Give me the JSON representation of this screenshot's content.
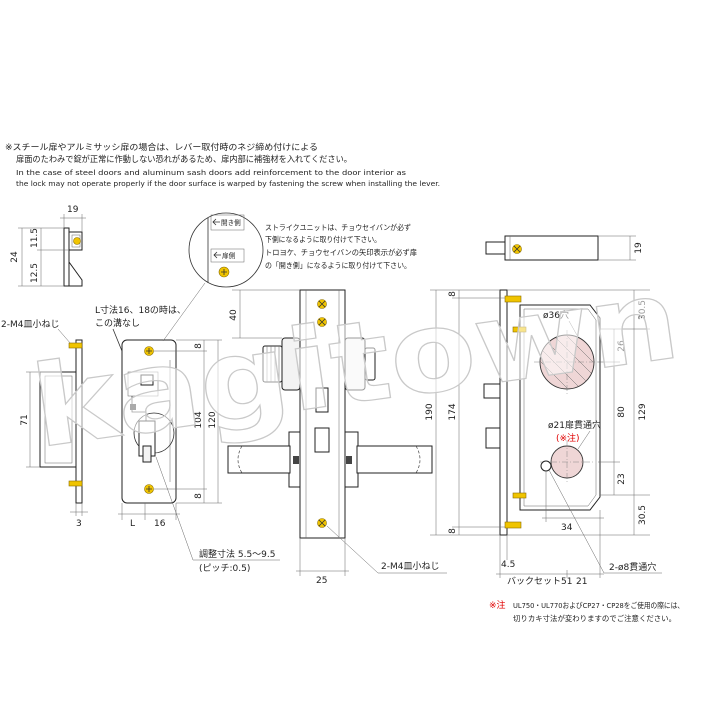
{
  "notes": {
    "top": [
      "※スチール扉やアルミサッシ扉の場合は、レバー取付時のネジ締め付けによる",
      "扉面のたわみで錠が正常に作動しない恐れがあるため、扉内部に補強材を入れてください。",
      "In the case of steel doors and aluminum sash doors add reinforcement to the door interior as",
      "the lock may not operate properly if the door surface is warped by fastening the screw when installing the lever."
    ],
    "strike": [
      "ストライクユニットは、チョウセイバンが必ず",
      "下側になるように取り付けて下さい。",
      "トロヨケ、チョウセイバンの矢印表示が必ず扉",
      "の「開き側」になるように取り付けて下さい。"
    ],
    "caution": {
      "mark": "※注",
      "lines": [
        "UL750・UL770およびCP27・CP28をご使用の際には、",
        "切りカキ寸法が変わりますのでご注意ください。"
      ]
    }
  },
  "strike_side": {
    "width": "19",
    "upper": "11.5",
    "height": "24",
    "lower": "12.5"
  },
  "case_side": {
    "screw_label": "2-M4皿小ねじ",
    "depth": "71",
    "thickness": "3"
  },
  "face_front": {
    "groove_note": [
      "L寸法16、18の時は、",
      "この溝なし"
    ],
    "top": "8",
    "inner": "104",
    "total": "120",
    "bottom": "8",
    "l_label": "L",
    "width": "16",
    "adjust": "調整寸法 5.5～9.5",
    "pitch": "(ピッチ:0.5)"
  },
  "inset": {
    "open_side": "開き側",
    "door_side": "扉側"
  },
  "lever": {
    "offset": "40",
    "screw_label": "2-M4皿小ねじ",
    "width": "25"
  },
  "body_side": {
    "strike_depth": "19",
    "top": "8",
    "total": "190",
    "screw_pitch": "174",
    "bottom": "8",
    "right_top": "30.5",
    "to_hole36": "26",
    "right_mid": "129",
    "hole_pitch": "80",
    "to_screw": "23",
    "right_bottom": "30.5",
    "hole36": "ø36穴",
    "hole21": "ø21扉貫通穴",
    "note_ref": "(※注)",
    "width34": "34",
    "front_4_5": "4.5",
    "backset": "バックセット51",
    "rear_21": "21",
    "hole8": "2-ø8貫通穴"
  },
  "watermark": "kagitown",
  "colors": {
    "line": "#333333",
    "screw": "#f0c400",
    "hole_fill": "#efd6d6",
    "caution": "#e00000"
  }
}
